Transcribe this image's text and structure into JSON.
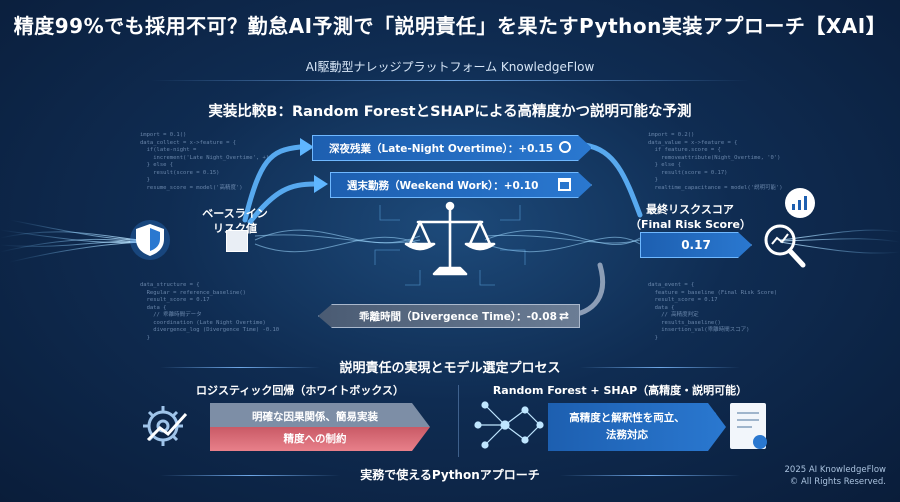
{
  "title": "精度99%でも採用不可？勤怠AI予測で「説明責任」を果たすPython実装アプローチ【XAI】",
  "subtitle": "AI駆動型ナレッジプラットフォーム KnowledgeFlow",
  "section_b_title": "実装比較B：Random ForestとSHAPによる高精度かつ説明可能な予測",
  "baseline": {
    "line1": "ベースライン",
    "line2": "リスク値"
  },
  "features": [
    {
      "label": "深夜残業（Late-Night Overtime）：+0.15",
      "icon": "clock-icon"
    },
    {
      "label": "週末勤務（Weekend Work）：+0.10",
      "icon": "calendar-icon"
    },
    {
      "label": "乖離時間（Divergence Time）：-0.08",
      "icon": "shuffle-icon"
    }
  ],
  "final": {
    "line1": "最終リスクスコア",
    "line2": "（Final Risk Score）",
    "value": "0.17"
  },
  "process_title": "説明責任の実現とモデル選定プロセス",
  "left_model": {
    "title": "ロジスティック回帰（ホワイトボックス）",
    "pro": "明確な因果関係、簡易実装",
    "con": "精度への制約"
  },
  "right_model": {
    "title": "Random Forest + SHAP（高精度・説明可能）",
    "pro_line1": "高精度と解釈性を両立、",
    "pro_line2": "法務対応"
  },
  "bottom_title": "実務で使えるPythonアプローチ",
  "copyright": {
    "line1": "2025 AI KnowledgeFlow",
    "line2": "© All Rights Reserved."
  },
  "colors": {
    "accent": "#2a78d0",
    "glow": "#6fc2ff",
    "negative": "#e8606a",
    "background": "#0f2c52"
  }
}
